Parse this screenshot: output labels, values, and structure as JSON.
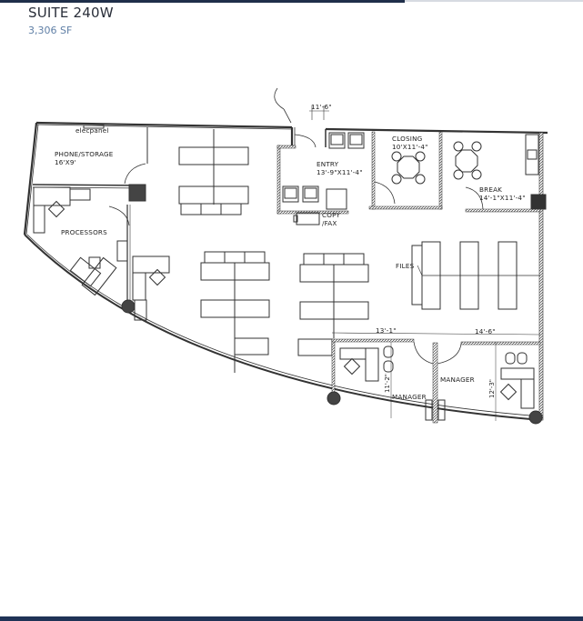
{
  "header": {
    "title": "SUITE 240W",
    "subtitle": "3,306 SF"
  },
  "colors": {
    "top_bar": "#1f2f4a",
    "bottom_bar": "#1f3356",
    "title_text": "#2a2f3a",
    "subtitle_text": "#5f7fa6",
    "wall": "#333333",
    "column": "#555555"
  },
  "floorplan": {
    "labels": {
      "elec_panel": "elecpanel",
      "phone_storage": "PHONE/STORAGE",
      "phone_storage_dim": "16'X9'",
      "processors": "PROCESSORS",
      "entry": "ENTRY",
      "entry_dim": "13'-9\"X11'-4\"",
      "closing": "CLOSING",
      "closing_dim": "10'X11'-4\"",
      "break": "BREAK",
      "break_dim": "14'-1\"X11'-4\"",
      "copy": "COPY",
      "fax": "/FAX",
      "files": "FILES",
      "door_dim": "11'-6\"",
      "manager1": "MANAGER",
      "manager1_width": "13'-1\"",
      "manager1_depth": "11'-2\"",
      "manager2": "MANAGER",
      "manager2_width": "14'-6\"",
      "manager2_depth": "12'-3\""
    }
  }
}
